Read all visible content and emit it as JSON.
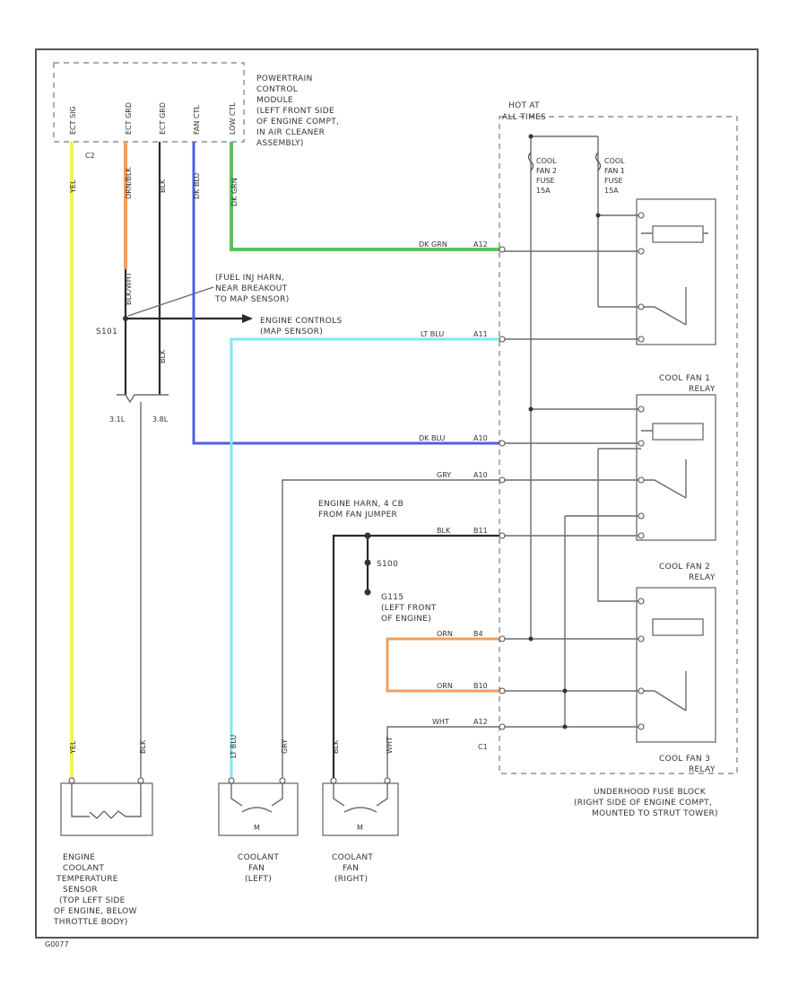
{
  "pcm": {
    "title_lines": [
      "POWERTRAIN",
      "CONTROL",
      "MODULE",
      "(LEFT FRONT SIDE",
      "OF ENGINE COMPT,",
      "IN AIR CLEANER",
      "ASSEMBLY)"
    ],
    "pins": [
      "ECT SIG",
      "ECT GRD",
      "ECT GRD",
      "FAN CTL",
      "LOW CTL"
    ],
    "connector": "C2"
  },
  "splices": {
    "s101_label": "S101",
    "fuel_inj_lines": [
      "(FUEL INJ HARN,",
      "NEAR BREAKOUT",
      "TO MAP SENSOR)"
    ],
    "engine_controls_lines": [
      "ENGINE CONTROLS",
      "(MAP SENSOR)"
    ],
    "s100_label": "S100",
    "g115_lines": [
      "G115",
      "(LEFT FRONT",
      "OF ENGINE)"
    ],
    "jumper_lines": [
      "ENGINE HARN, 4 CB",
      "FROM FAN JUMPER"
    ]
  },
  "engine_variants": [
    "3.1L",
    "3.8L"
  ],
  "fuse_block": {
    "hot_lines": [
      "HOT AT",
      "ALL TIMES"
    ],
    "fuse2_lines": [
      "COOL",
      "FAN 2",
      "FUSE",
      "15A"
    ],
    "fuse1_lines": [
      "COOL",
      "FAN 1",
      "FUSE",
      "15A"
    ],
    "relay1_lines": [
      "COOL FAN 1",
      "RELAY"
    ],
    "relay2_lines": [
      "COOL FAN 2",
      "RELAY"
    ],
    "relay3_lines": [
      "COOL FAN 3",
      "RELAY"
    ],
    "location_lines": [
      "UNDERHOOD FUSE BLOCK",
      "(RIGHT SIDE OF ENGINE COMPT,",
      "MOUNTED TO STRUT TOWER)"
    ],
    "connector": "C1"
  },
  "wires": [
    {
      "label": "DK GRN",
      "pin": "A12"
    },
    {
      "label": "LT BLU",
      "pin": "A11"
    },
    {
      "label": "DK BLU",
      "pin": "A10"
    },
    {
      "label": "GRY",
      "pin": "A10"
    },
    {
      "label": "BLK",
      "pin": "B11"
    },
    {
      "label": "ORN",
      "pin": "B4"
    },
    {
      "label": "ORN",
      "pin": "B10"
    },
    {
      "label": "WHT",
      "pin": "A12"
    }
  ],
  "vertical_labels": {
    "yel": "YEL",
    "blk": "BLK",
    "blk2": "BLK",
    "dk_grn": "DK GRN",
    "dk_blu": "DK BLU",
    "orn_wht": "ORN/BLK",
    "blk_wht": "BLK/WHT",
    "lt_blu": "LT BLU",
    "gry": "GRY",
    "blk3": "BLK",
    "wht": "WHT"
  },
  "components": {
    "ect_lines": [
      "ENGINE",
      "COOLANT",
      "TEMPERATURE",
      "SENSOR",
      "(TOP LEFT SIDE",
      "OF ENGINE, BELOW",
      "THROTTLE BODY)"
    ],
    "fan_left_lines": [
      "COOLANT",
      "FAN",
      "(LEFT)"
    ],
    "fan_right_lines": [
      "COOLANT",
      "FAN",
      "(RIGHT)"
    ],
    "motor_label": "M"
  },
  "footer": "G0077",
  "colors": {
    "yellow": "#f2f25a",
    "orange": "#f0a060",
    "green": "#5ec15e",
    "blue": "#5060e0",
    "cyan": "#7fe8f2"
  }
}
